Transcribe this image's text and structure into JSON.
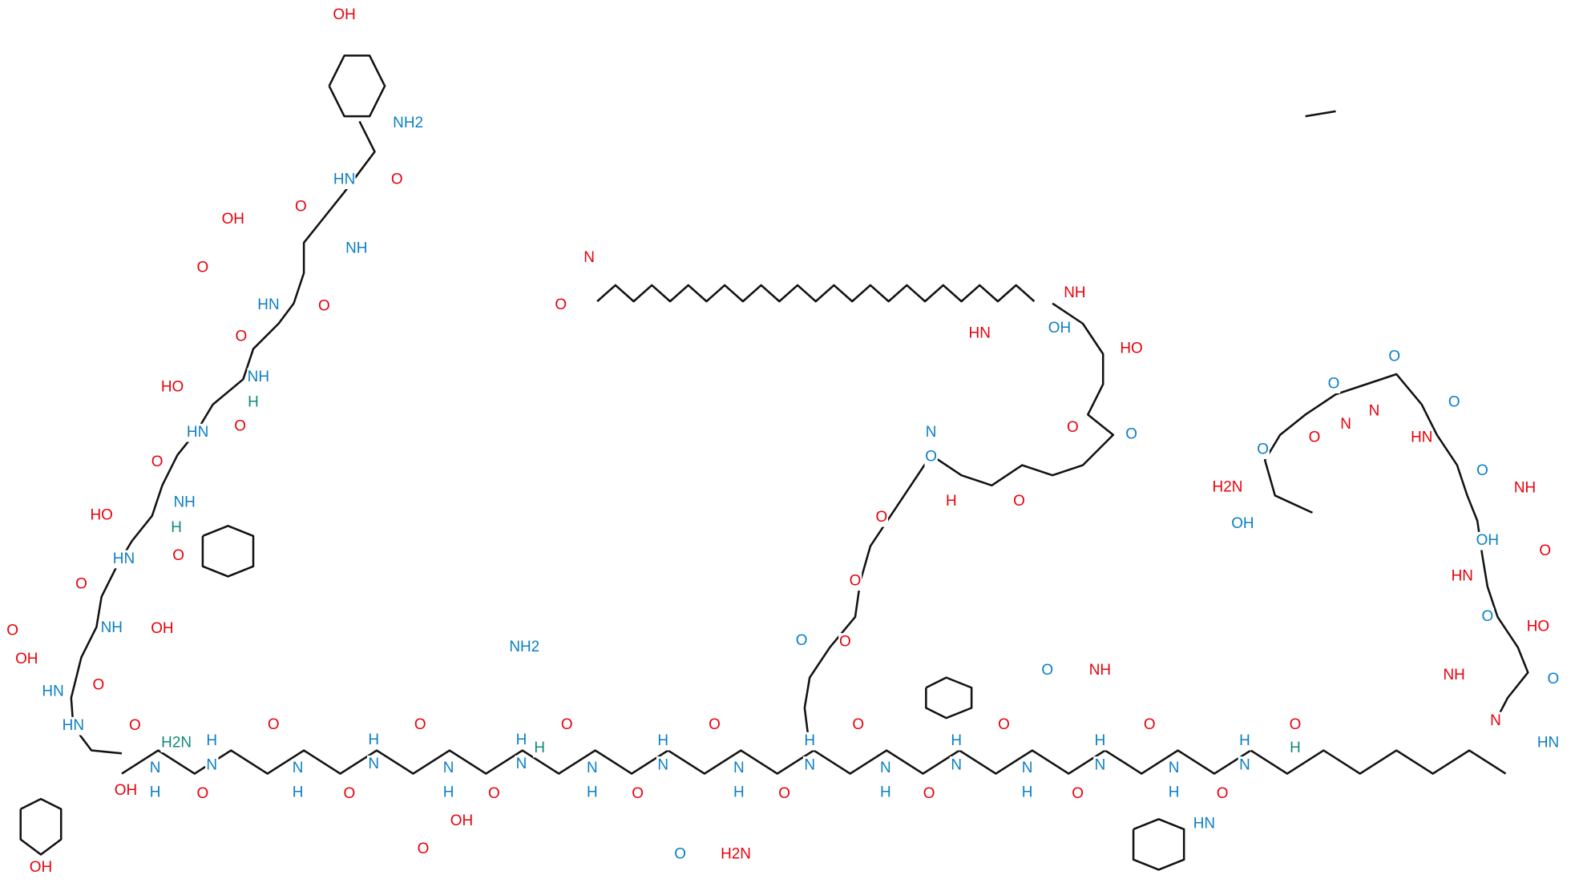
{
  "title": "",
  "colors": {
    "oxygen": "#e8000b",
    "nitrogen": "#0a7fc4",
    "stereo_hydrogen": "#108a7a",
    "bond": "#111111"
  },
  "atom_labels": [
    "OH",
    "NH2",
    "HN",
    "O",
    "O",
    "OH",
    "O",
    "NH",
    "HN",
    "O",
    "O",
    "NH",
    "HO",
    "H",
    "HN",
    "O",
    "O",
    "NH",
    "HO",
    "H",
    "HN",
    "O",
    "O",
    "NH",
    "OH",
    "O",
    "OH",
    "HN",
    "O",
    "HN",
    "O",
    "OH",
    "OH",
    "N",
    "H",
    "O",
    "H",
    "N",
    "O",
    "N",
    "H",
    "O",
    "H",
    "N",
    "O",
    "N",
    "H",
    "O",
    "H",
    "N",
    "O",
    "N",
    "H",
    "O",
    "H",
    "N",
    "O",
    "N",
    "H",
    "O",
    "H",
    "N",
    "O",
    "N",
    "H",
    "O",
    "H",
    "N",
    "O",
    "N",
    "H",
    "O",
    "H",
    "N",
    "O",
    "N",
    "H",
    "O",
    "H",
    "N",
    "O",
    "NH2",
    "OH",
    "O",
    "H",
    "H",
    "H2N",
    "O",
    "H2N",
    "O",
    "NH",
    "HN",
    "O",
    "O",
    "O",
    "O",
    "H",
    "N",
    "O",
    "O",
    "O",
    "NH",
    "O",
    "HN",
    "OH",
    "HO",
    "O",
    "N",
    "O",
    "N",
    "O",
    "N",
    "O",
    "HN",
    "O",
    "NH",
    "OH",
    "O",
    "HN",
    "O",
    "HO",
    "NH",
    "O",
    "N",
    "HN",
    "O",
    "O",
    "H2N",
    "OH"
  ]
}
